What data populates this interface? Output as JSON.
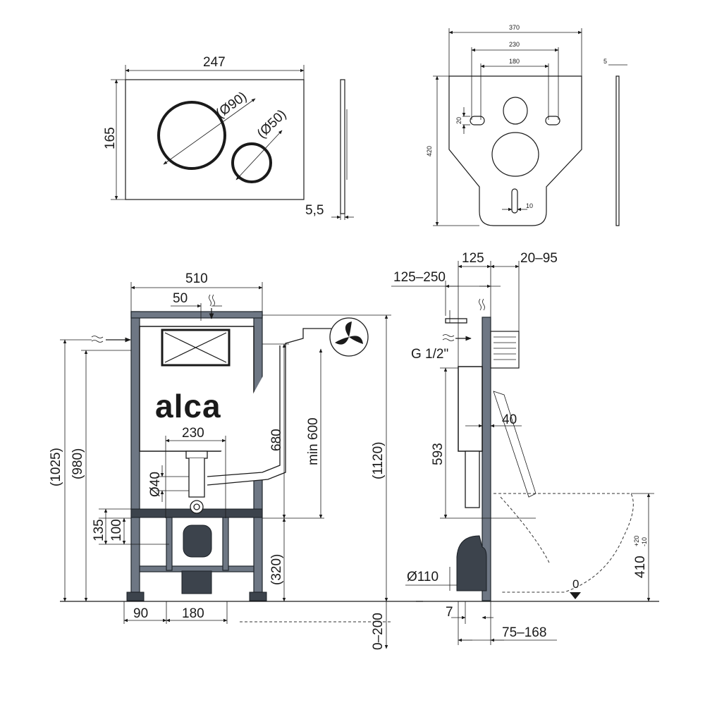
{
  "brand": {
    "logo_text": "alca"
  },
  "flush_plate": {
    "width": "247",
    "height": "165",
    "big_button": "(Ø90)",
    "small_button": "(Ø50)",
    "thickness": "5,5"
  },
  "acoustic_plate": {
    "width": "370",
    "hole_outer": "230",
    "hole_inner": "180",
    "height": "420",
    "slot": "20",
    "bottom_slot": "10",
    "thickness": "5"
  },
  "front_view": {
    "width": "510",
    "offset_50": "50",
    "height_1025": "(1025)",
    "height_980": "(980)",
    "label_230": "230",
    "label_680": "680",
    "label_min600": "min 600",
    "label_1120": "(1120)",
    "pipe_40": "Ø40",
    "label_135": "135",
    "label_100": "100",
    "label_320": "(320)",
    "bottom_90": "90",
    "bottom_180": "180",
    "floor_range": "0–200"
  },
  "side_view": {
    "label_125": "125",
    "label_20_95": "20–95",
    "label_125_250": "125–250",
    "thread": "G 1/2\"",
    "label_40": "40",
    "label_593": "593",
    "pipe_110": "Ø110",
    "label_7": "7",
    "label_75_168": "75–168",
    "label_410": "410",
    "tol_plus": "+20",
    "tol_minus": "-10",
    "zero": "0"
  }
}
